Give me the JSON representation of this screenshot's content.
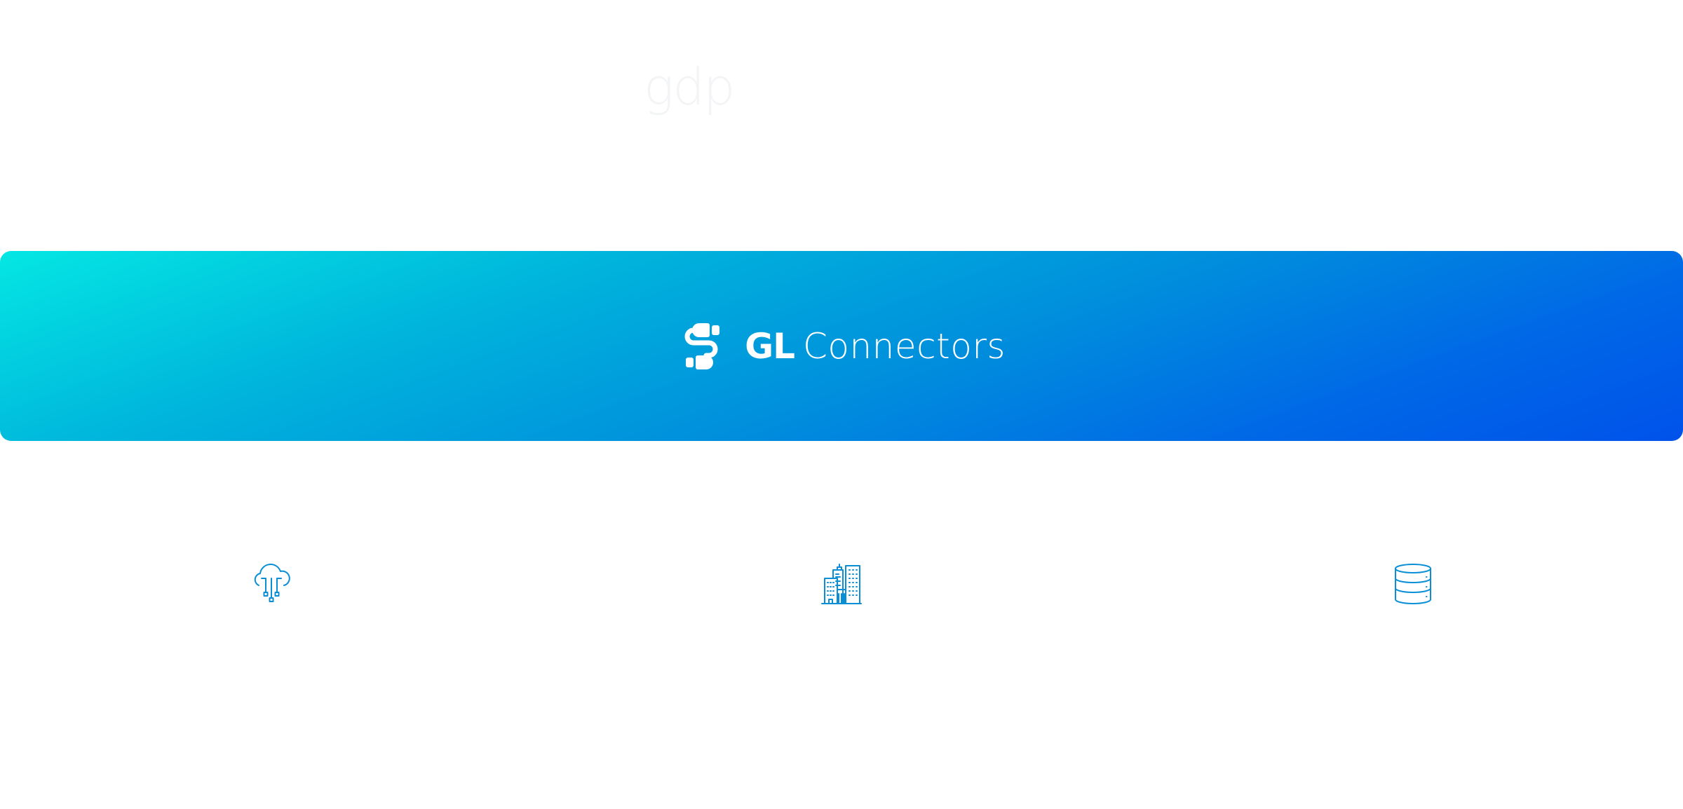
{
  "watermark": {
    "text": "gdp"
  },
  "banner": {
    "brand_strong": "GL",
    "brand_light": "Connectors",
    "icon": "plug-connector-icon",
    "gradient_start": "#04e7e3",
    "gradient_end": "#0052ea"
  },
  "features": [
    {
      "icon": "cloud-network-icon"
    },
    {
      "icon": "office-buildings-icon"
    },
    {
      "icon": "database-icon"
    }
  ],
  "colors": {
    "icon_stroke": "#0a8fd6",
    "brand_text": "#ffffff"
  }
}
